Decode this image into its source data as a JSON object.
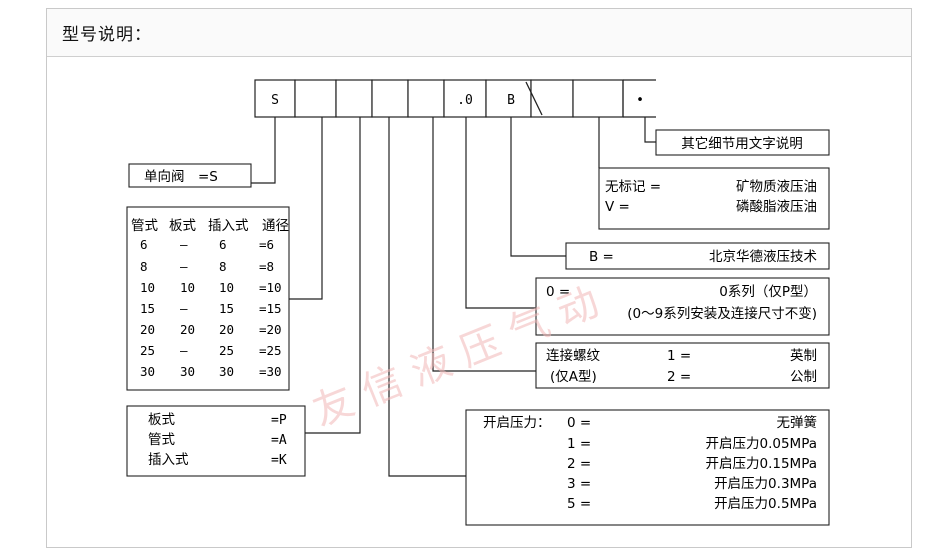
{
  "title": "型号说明：",
  "code_boxes": [
    "S",
    "",
    "",
    "",
    "",
    ".0",
    "B",
    "",
    "",
    "•"
  ],
  "valve_box": "单向阀　=S",
  "size_table": {
    "headers": [
      "管式",
      "板式",
      "插入式",
      "通径"
    ],
    "rows": [
      [
        "6",
        "—",
        "6",
        "=6"
      ],
      [
        "8",
        "—",
        "8",
        "=8"
      ],
      [
        "10",
        "10",
        "10",
        "=10"
      ],
      [
        "15",
        "—",
        "15",
        "=15"
      ],
      [
        "20",
        "20",
        "20",
        "=20"
      ],
      [
        "25",
        "—",
        "25",
        "=25"
      ],
      [
        "30",
        "30",
        "30",
        "=30"
      ]
    ]
  },
  "mount_box": [
    [
      "板式",
      "=P"
    ],
    [
      "管式",
      "=A"
    ],
    [
      "插入式",
      "=K"
    ]
  ],
  "details_box": "其它细节用文字说明",
  "seal_box": [
    [
      "无标记 =",
      "矿物质液压油"
    ],
    [
      "V =",
      "磷酸脂液压油"
    ]
  ],
  "maker_box": [
    "B =",
    "北京华德液压技术"
  ],
  "series_box": {
    "line1_left": "0 =",
    "line1_right": "0系列（仅P型）",
    "line2": "(0～9系列安装及连接尺寸不变)"
  },
  "thread_box": {
    "label1": "连接螺纹",
    "label2": "(仅A型)",
    "rows": [
      [
        "1 =",
        "英制"
      ],
      [
        "2 =",
        "公制"
      ]
    ]
  },
  "pressure_box": {
    "label": "开启压力：",
    "rows": [
      [
        "0 =",
        "无弹簧"
      ],
      [
        "1 =",
        "开启压力0.05MPa"
      ],
      [
        "2 =",
        "开启压力0.15MPa"
      ],
      [
        "3 =",
        "开启压力0.3MPa"
      ],
      [
        "5 =",
        "开启压力0.5MPa"
      ]
    ]
  },
  "watermark": "友 信 液 压 气 动"
}
